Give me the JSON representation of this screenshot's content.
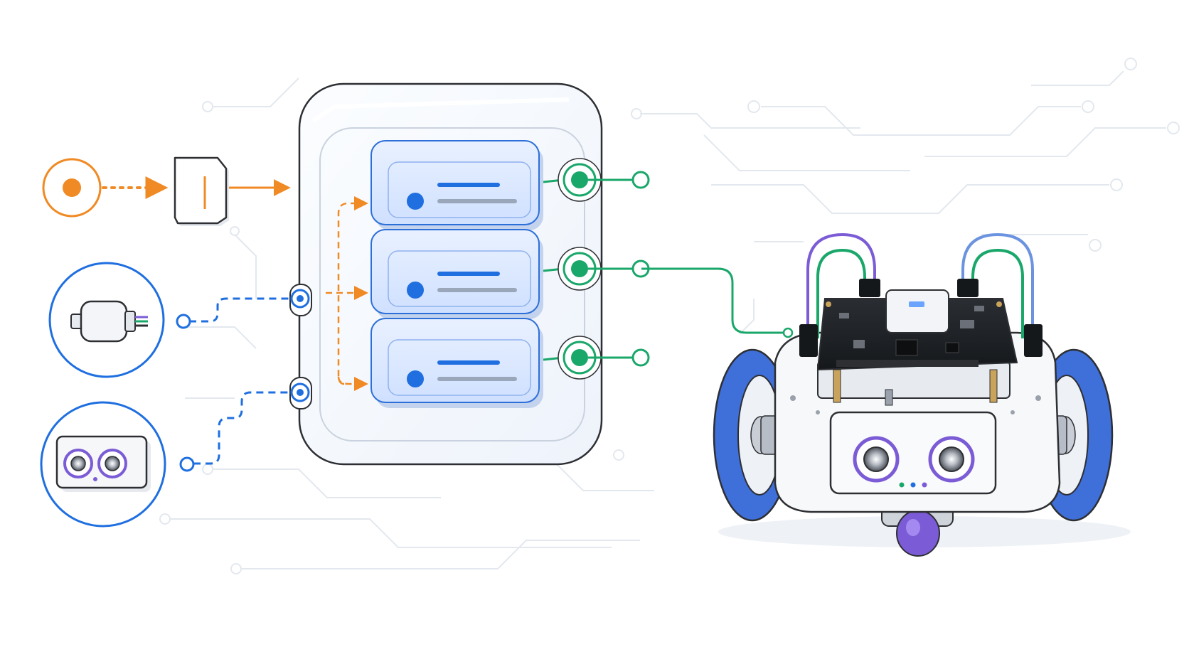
{
  "figure": {
    "description_text": "",
    "colors": {
      "orange": "#f08a24",
      "blue": "#1f6fe0",
      "green": "#1aa76a",
      "purple": "#7b5cd6",
      "wheel_blue": "#3f6fd8",
      "panel_fill": "#dce9ff",
      "circuit_gray": "#e3e8ee"
    }
  },
  "inputs": [
    {
      "kind": "trigger",
      "icon": "record-dot-icon",
      "line_style": "dotted",
      "color": "orange"
    },
    {
      "kind": "motor",
      "icon": "motor-icon",
      "line_style": "dashed",
      "color": "blue"
    },
    {
      "kind": "ultrasonic-sensor",
      "icon": "ultrasonic-sensor-icon",
      "line_style": "dashed",
      "color": "blue"
    }
  ],
  "adapter": {
    "icon": "connector-block-icon"
  },
  "hub": {
    "modules": [
      {
        "icon": "module-card-icon"
      },
      {
        "icon": "module-card-icon"
      },
      {
        "icon": "module-card-icon"
      }
    ],
    "outputs": [
      {
        "icon": "output-port-icon",
        "connected_to_robot": false
      },
      {
        "icon": "output-port-icon",
        "connected_to_robot": true
      },
      {
        "icon": "output-port-icon",
        "connected_to_robot": false
      }
    ]
  },
  "robot": {
    "icon": "robot-car-icon",
    "parts": [
      "controller-board-icon",
      "ultrasonic-eyes-icon",
      "left-wheel-icon",
      "right-wheel-icon",
      "caster-wheel-icon"
    ]
  }
}
